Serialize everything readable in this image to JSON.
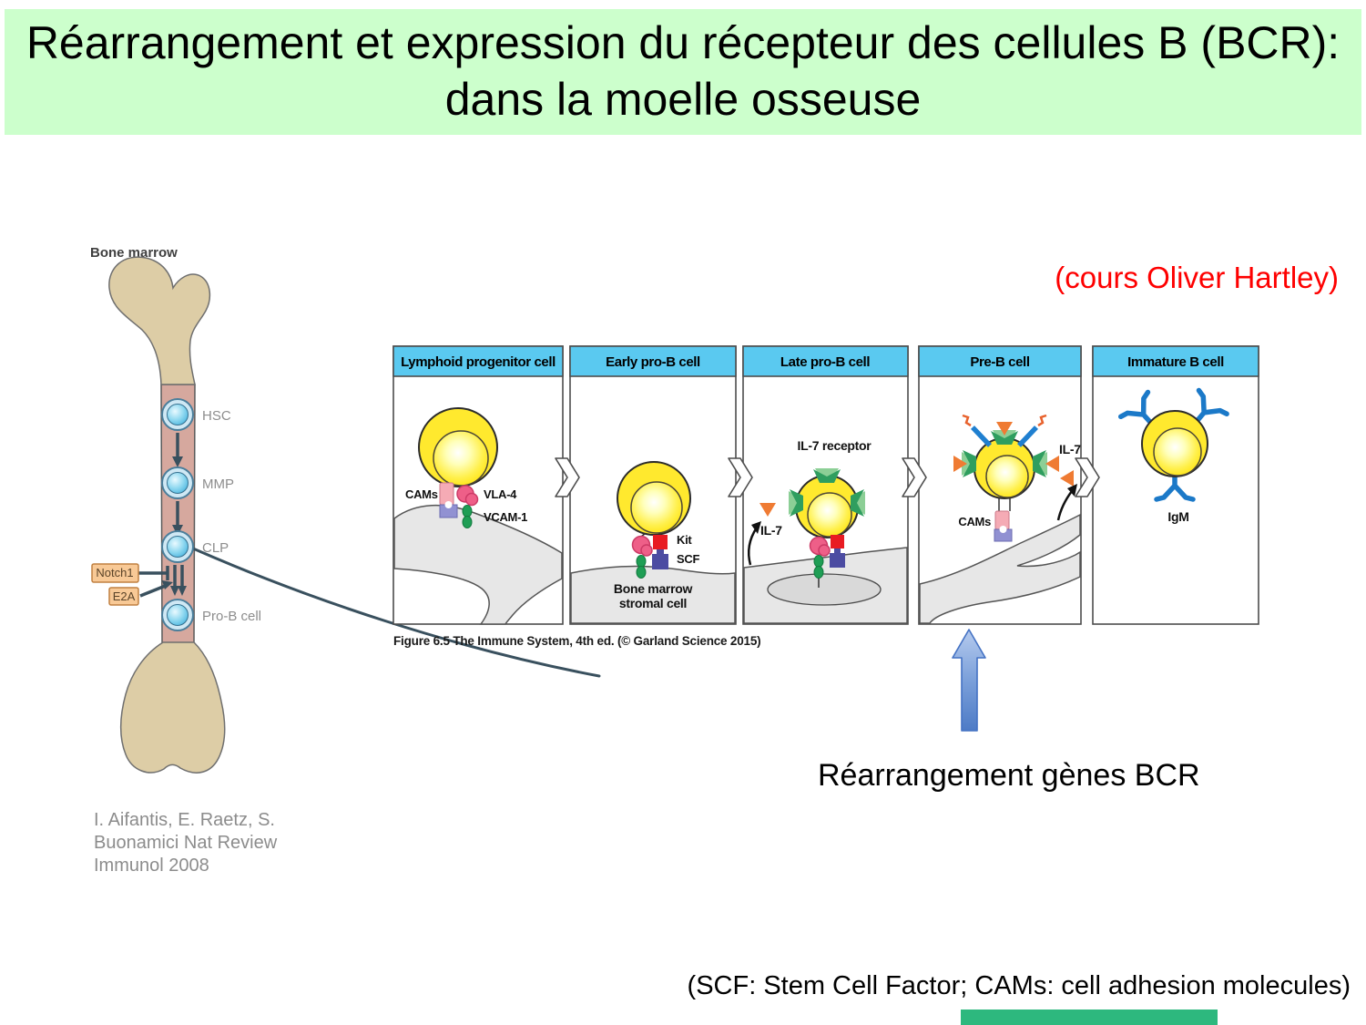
{
  "slide": {
    "title_line1": "Réarrangement et expression du récepteur des cellules B (BCR):",
    "title_line2": "dans la moelle osseuse",
    "course_credit": "(cours Oliver Hartley)",
    "rearrangement_label": "Réarrangement gènes BCR",
    "abbreviations": "(SCF: Stem Cell Factor; CAMs: cell adhesion molecules)"
  },
  "bone_figure": {
    "title": "Bone marrow",
    "stages": [
      "HSC",
      "MMP",
      "CLP",
      "Pro-B cell"
    ],
    "factors": [
      "Notch1",
      "E2A"
    ],
    "citation": "I. Aifantis, E. Raetz, S.\nBuonamici Nat Review\nImmunol 2008"
  },
  "garland_figure": {
    "caption": "Figure 6.5 The Immune System, 4th ed. (© Garland Science 2015)",
    "panels": [
      {
        "title": "Lymphoid progenitor cell",
        "labels": {
          "cams": "CAMs",
          "vla4": "VLA-4",
          "vcam1": "VCAM-1"
        }
      },
      {
        "title": "Early pro-B cell",
        "labels": {
          "kit": "Kit",
          "scf": "SCF",
          "stromal_line1": "Bone marrow",
          "stromal_line2": "stromal cell"
        }
      },
      {
        "title": "Late pro-B cell",
        "labels": {
          "il7_receptor": "IL-7 receptor",
          "il7": "IL-7"
        }
      },
      {
        "title": "Pre-B cell",
        "labels": {
          "cams": "CAMs",
          "il7": "IL-7"
        }
      },
      {
        "title": "Immature B cell",
        "labels": {
          "igm": "IgM"
        }
      }
    ]
  },
  "colors": {
    "banner_green": "#ccffcc",
    "panel_header_blue": "#5ac9f0",
    "credit_red": "#fe0000",
    "arrow_blue": "#4d7bc6",
    "bottom_bar_green": "#2db87e",
    "cell_yellow": "#ffe92e",
    "stromal_gray": "#e7e7e7"
  }
}
